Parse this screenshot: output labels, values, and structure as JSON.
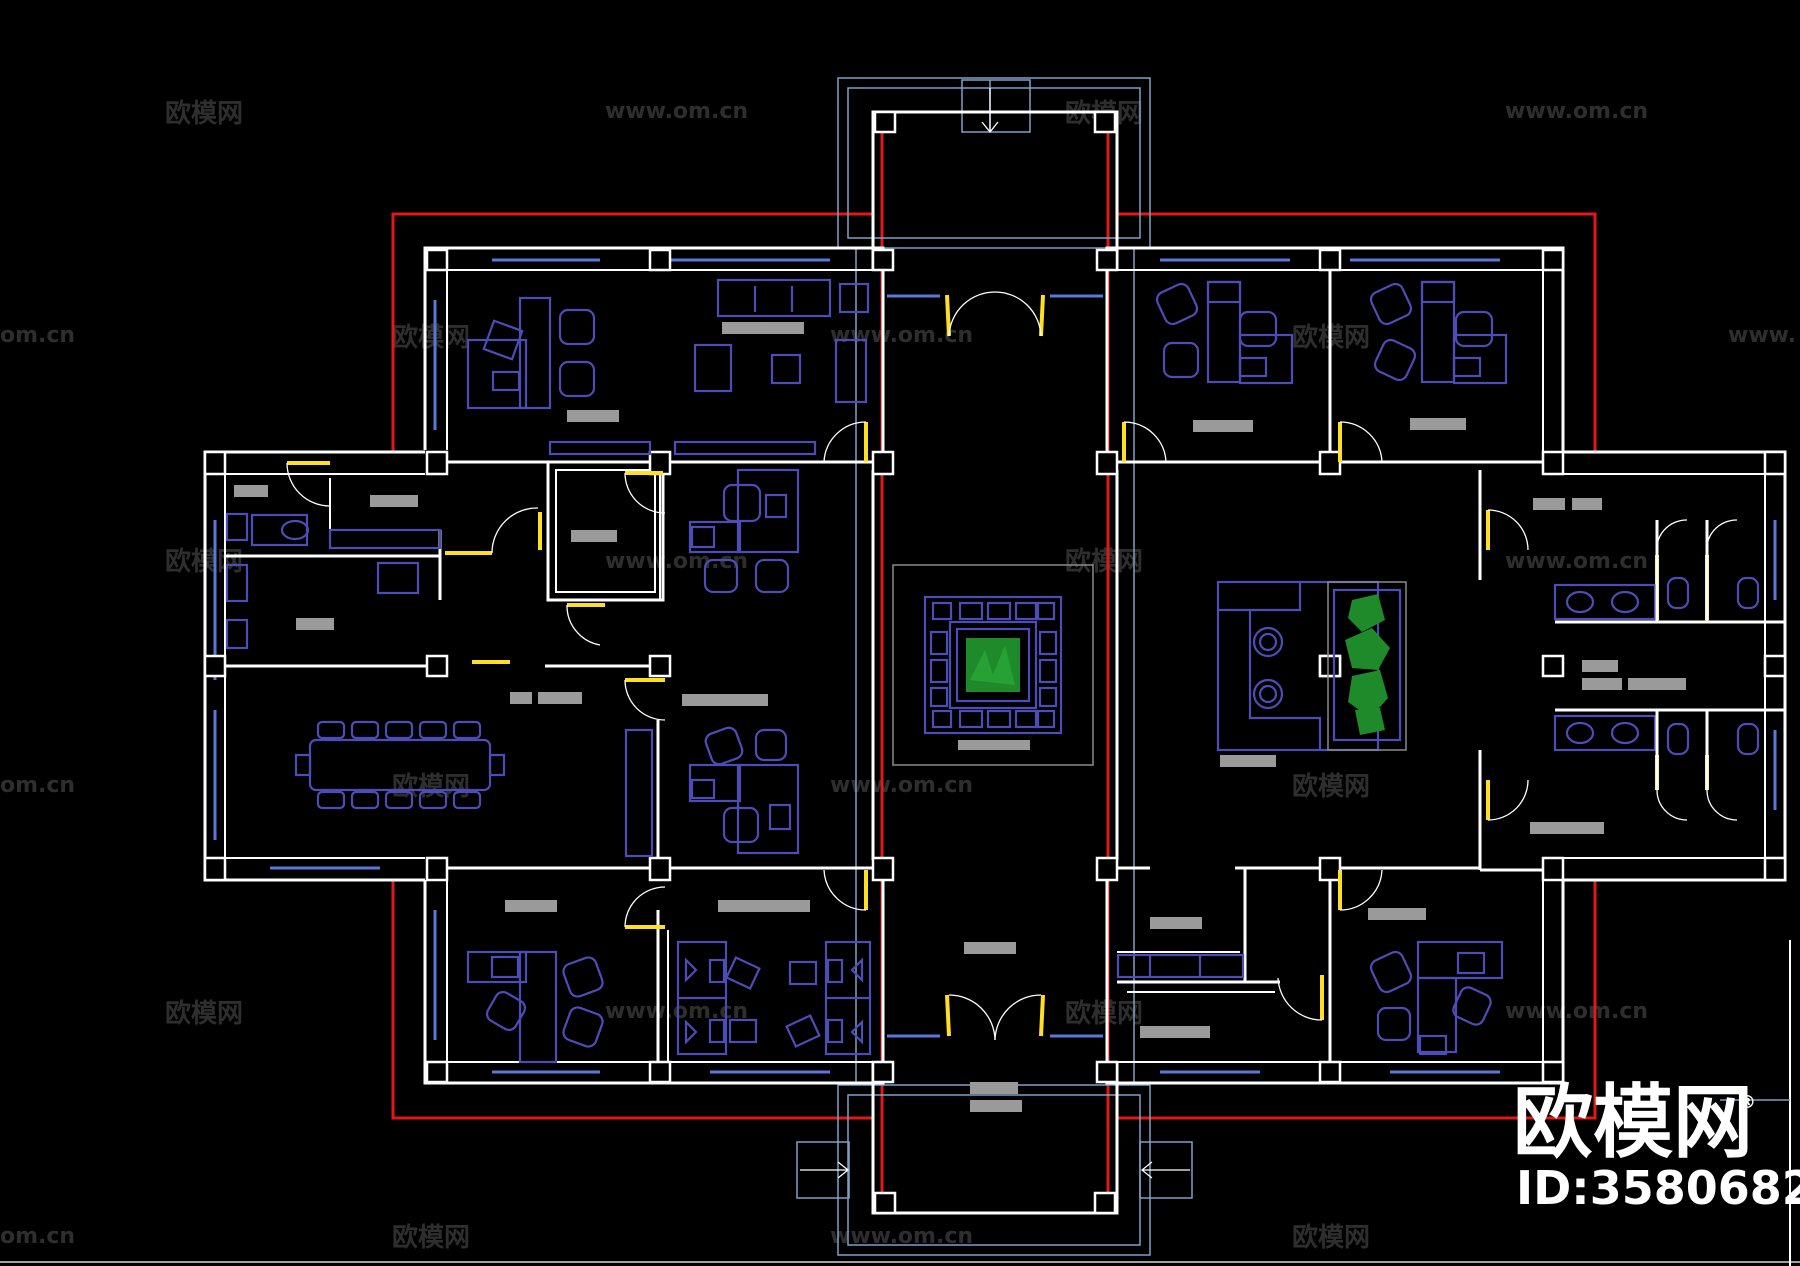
{
  "watermark": {
    "brand_text": "欧模网",
    "url_text": "www.om.cn",
    "partial_url_text": "om.cn",
    "partial_url_right": "www."
  },
  "logo": {
    "brand_text": "欧模网",
    "id_text": "ID:3580682",
    "registered_mark": "®"
  },
  "colors": {
    "background": "#000000",
    "wall": "#ffffff",
    "boundary": "#e01818",
    "window": "#5a78d8",
    "furniture": "#4d4db8",
    "door_leaf": "#ffe020",
    "plant": "#1f8a2a",
    "label_placeholder": "#9a9a9a"
  }
}
